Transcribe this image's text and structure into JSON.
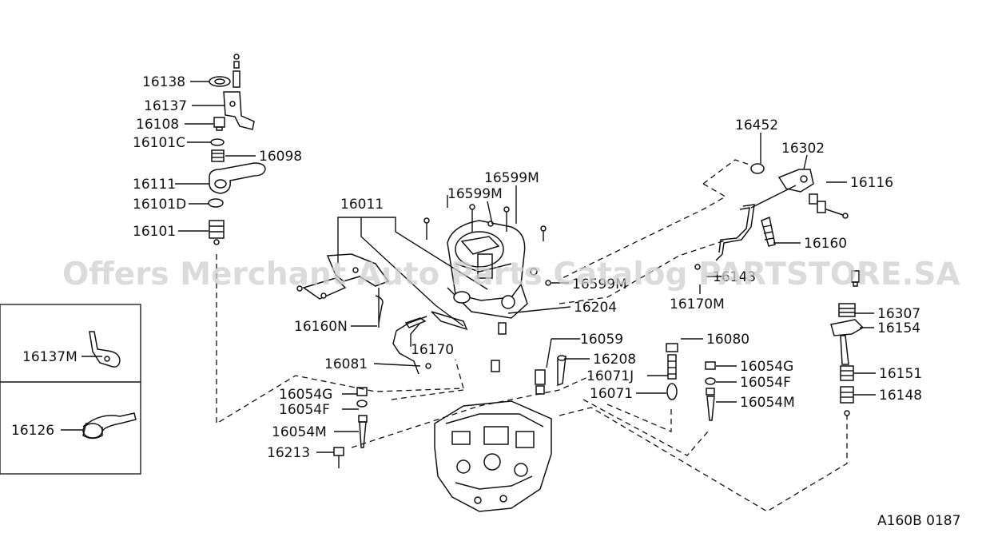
{
  "watermark": "Offers Merchant Auto Parts Catalog PARTSTORE.SA",
  "drawing_code": "A160B 0187",
  "labels": {
    "p16138": "16138",
    "p16137": "16137",
    "p16108": "16108",
    "p16101c": "16101C",
    "p16098": "16098",
    "p16111": "16111",
    "p16101d": "16101D",
    "p16101": "16101",
    "p16011": "16011",
    "p16599m_a": "16599M",
    "p16599m_b": "16599M",
    "p16599m_c": "16599M",
    "p16160n": "16160N",
    "p16170": "16170",
    "p16204": "16204",
    "p16081": "16081",
    "p16059": "16059",
    "p16208": "16208",
    "p16071j": "16071J",
    "p16071": "16071",
    "p16054g_l": "16054G",
    "p16054f_l": "16054F",
    "p16054m_l": "16054M",
    "p16213": "16213",
    "p16080": "16080",
    "p16054g_r": "16054G",
    "p16054f_r": "16054F",
    "p16054m_r": "16054M",
    "p16452": "16452",
    "p16302": "16302",
    "p16116": "16116",
    "p16160": "16160",
    "p16143": "16143",
    "p16170m": "16170M",
    "p16307": "16307",
    "p16154": "16154",
    "p16151": "16151",
    "p16148": "16148",
    "p16137m": "16137M",
    "p16126": "16126"
  }
}
